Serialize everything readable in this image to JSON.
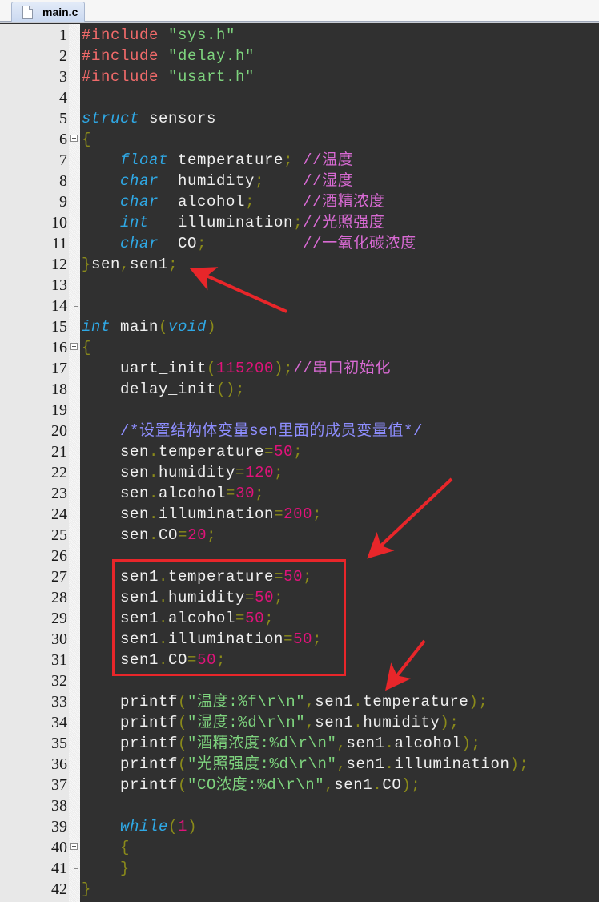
{
  "tab": {
    "label": "main.c",
    "icon": "file-icon"
  },
  "colors": {
    "editor_bg": "#303030",
    "preprocessor": "#f06a6a",
    "string": "#7ed47e",
    "keyword": "#2fa9e6",
    "comment": "#d96ad4",
    "block_comment": "#8e8eff",
    "number": "#e0137a",
    "operator": "#8a8a1a",
    "annotation": "#e8262a"
  },
  "lines": [
    {
      "n": "1"
    },
    {
      "n": "2"
    },
    {
      "n": "3"
    },
    {
      "n": "4"
    },
    {
      "n": "5"
    },
    {
      "n": "6"
    },
    {
      "n": "7"
    },
    {
      "n": "8"
    },
    {
      "n": "9"
    },
    {
      "n": "10"
    },
    {
      "n": "11"
    },
    {
      "n": "12"
    },
    {
      "n": "13"
    },
    {
      "n": "14"
    },
    {
      "n": "15"
    },
    {
      "n": "16"
    },
    {
      "n": "17"
    },
    {
      "n": "18"
    },
    {
      "n": "19"
    },
    {
      "n": "20"
    },
    {
      "n": "21"
    },
    {
      "n": "22"
    },
    {
      "n": "23"
    },
    {
      "n": "24"
    },
    {
      "n": "25"
    },
    {
      "n": "26"
    },
    {
      "n": "27"
    },
    {
      "n": "28"
    },
    {
      "n": "29"
    },
    {
      "n": "30"
    },
    {
      "n": "31"
    },
    {
      "n": "32"
    },
    {
      "n": "33"
    },
    {
      "n": "34"
    },
    {
      "n": "35"
    },
    {
      "n": "36"
    },
    {
      "n": "37"
    },
    {
      "n": "38"
    },
    {
      "n": "39"
    },
    {
      "n": "40"
    },
    {
      "n": "41"
    },
    {
      "n": "42"
    }
  ],
  "code": {
    "l1": [
      "#include",
      " ",
      "\"sys.h\""
    ],
    "l2": [
      "#include",
      " ",
      "\"delay.h\""
    ],
    "l3": [
      "#include",
      " ",
      "\"usart.h\""
    ],
    "l5": [
      "struct",
      " sensors"
    ],
    "l6": [
      "{"
    ],
    "l7": [
      "    ",
      "float",
      " temperature",
      ";",
      " //温度"
    ],
    "l8": [
      "    ",
      "char",
      "  humidity",
      ";",
      "    //湿度"
    ],
    "l9": [
      "    ",
      "char",
      "  alcohol",
      ";",
      "     //酒精浓度"
    ],
    "l10": [
      "    ",
      "int",
      "   illumination",
      ";",
      "//光照强度"
    ],
    "l11": [
      "    ",
      "char",
      "  CO",
      ";",
      "          //一氧化碳浓度"
    ],
    "l12": [
      "}",
      "sen",
      ",",
      "sen1",
      ";"
    ],
    "l15": [
      "int",
      " main",
      "(",
      "void",
      ")"
    ],
    "l16": [
      "{"
    ],
    "l17": [
      "    uart_init",
      "(",
      "115200",
      ");",
      "//串口初始化"
    ],
    "l18": [
      "    delay_init",
      "();"
    ],
    "l20": [
      "    ",
      "/*设置结构体变量sen里面的成员变量值*/"
    ],
    "l21": [
      "    sen",
      ".",
      "temperature",
      "=",
      "50",
      ";"
    ],
    "l22": [
      "    sen",
      ".",
      "humidity",
      "=",
      "120",
      ";"
    ],
    "l23": [
      "    sen",
      ".",
      "alcohol",
      "=",
      "30",
      ";"
    ],
    "l24": [
      "    sen",
      ".",
      "illumination",
      "=",
      "200",
      ";"
    ],
    "l25": [
      "    sen",
      ".",
      "CO",
      "=",
      "20",
      ";"
    ],
    "l27": [
      "    sen1",
      ".",
      "temperature",
      "=",
      "50",
      ";"
    ],
    "l28": [
      "    sen1",
      ".",
      "humidity",
      "=",
      "50",
      ";"
    ],
    "l29": [
      "    sen1",
      ".",
      "alcohol",
      "=",
      "50",
      ";"
    ],
    "l30": [
      "    sen1",
      ".",
      "illumination",
      "=",
      "50",
      ";"
    ],
    "l31": [
      "    sen1",
      ".",
      "CO",
      "=",
      "50",
      ";"
    ],
    "l33": [
      "    printf",
      "(",
      "\"温度:%f\\r\\n\"",
      ",",
      "sen1",
      ".",
      "temperature",
      ");"
    ],
    "l34": [
      "    printf",
      "(",
      "\"湿度:%d\\r\\n\"",
      ",",
      "sen1",
      ".",
      "humidity",
      ");"
    ],
    "l35": [
      "    printf",
      "(",
      "\"酒精浓度:%d\\r\\n\"",
      ",",
      "sen1",
      ".",
      "alcohol",
      ");"
    ],
    "l36": [
      "    printf",
      "(",
      "\"光照强度:%d\\r\\n\"",
      ",",
      "sen1",
      ".",
      "illumination",
      ");"
    ],
    "l37": [
      "    printf",
      "(",
      "\"CO浓度:%d\\r\\n\"",
      ",",
      "sen1",
      ".",
      "CO",
      ");"
    ],
    "l39": [
      "    ",
      "while",
      "(",
      "1",
      ")"
    ],
    "l40": [
      "    ",
      "{"
    ],
    "l41": [
      "    ",
      "}"
    ],
    "l42": [
      "}"
    ]
  }
}
